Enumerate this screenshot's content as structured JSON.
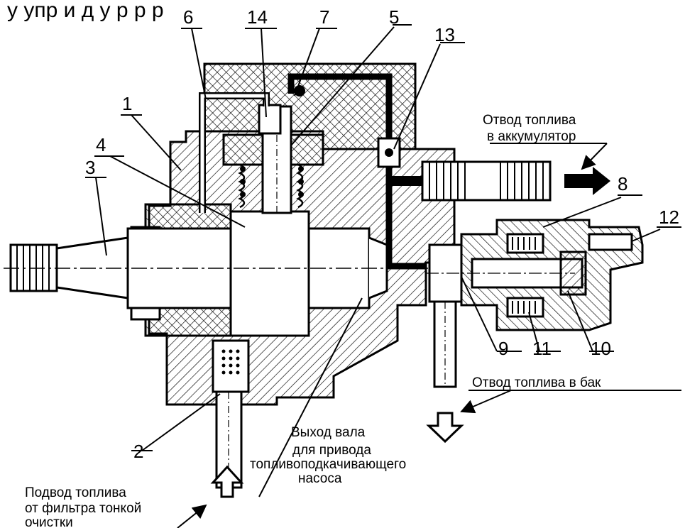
{
  "top_text": "у упр       и                         д  у  р           р  р",
  "callouts": [
    "1",
    "2",
    "3",
    "4",
    "5",
    "6",
    "7",
    "8",
    "9",
    "10",
    "11",
    "12",
    "13",
    "14"
  ],
  "captions": {
    "accumulator_line1": "Отвод топлива",
    "accumulator_line2": "в аккумулятор",
    "tank": "Отвод топлива в бак",
    "shaft_line1": "Выход вала",
    "shaft_line2": "для привода",
    "shaft_line3": "топливоподкачивающего",
    "shaft_line4": "насоса",
    "inlet_line1": "Подвод топлива",
    "inlet_line2": "от фильтра тонкой",
    "inlet_line3": "очистки"
  },
  "colors": {
    "ink": "#000000",
    "paper": "#ffffff"
  }
}
